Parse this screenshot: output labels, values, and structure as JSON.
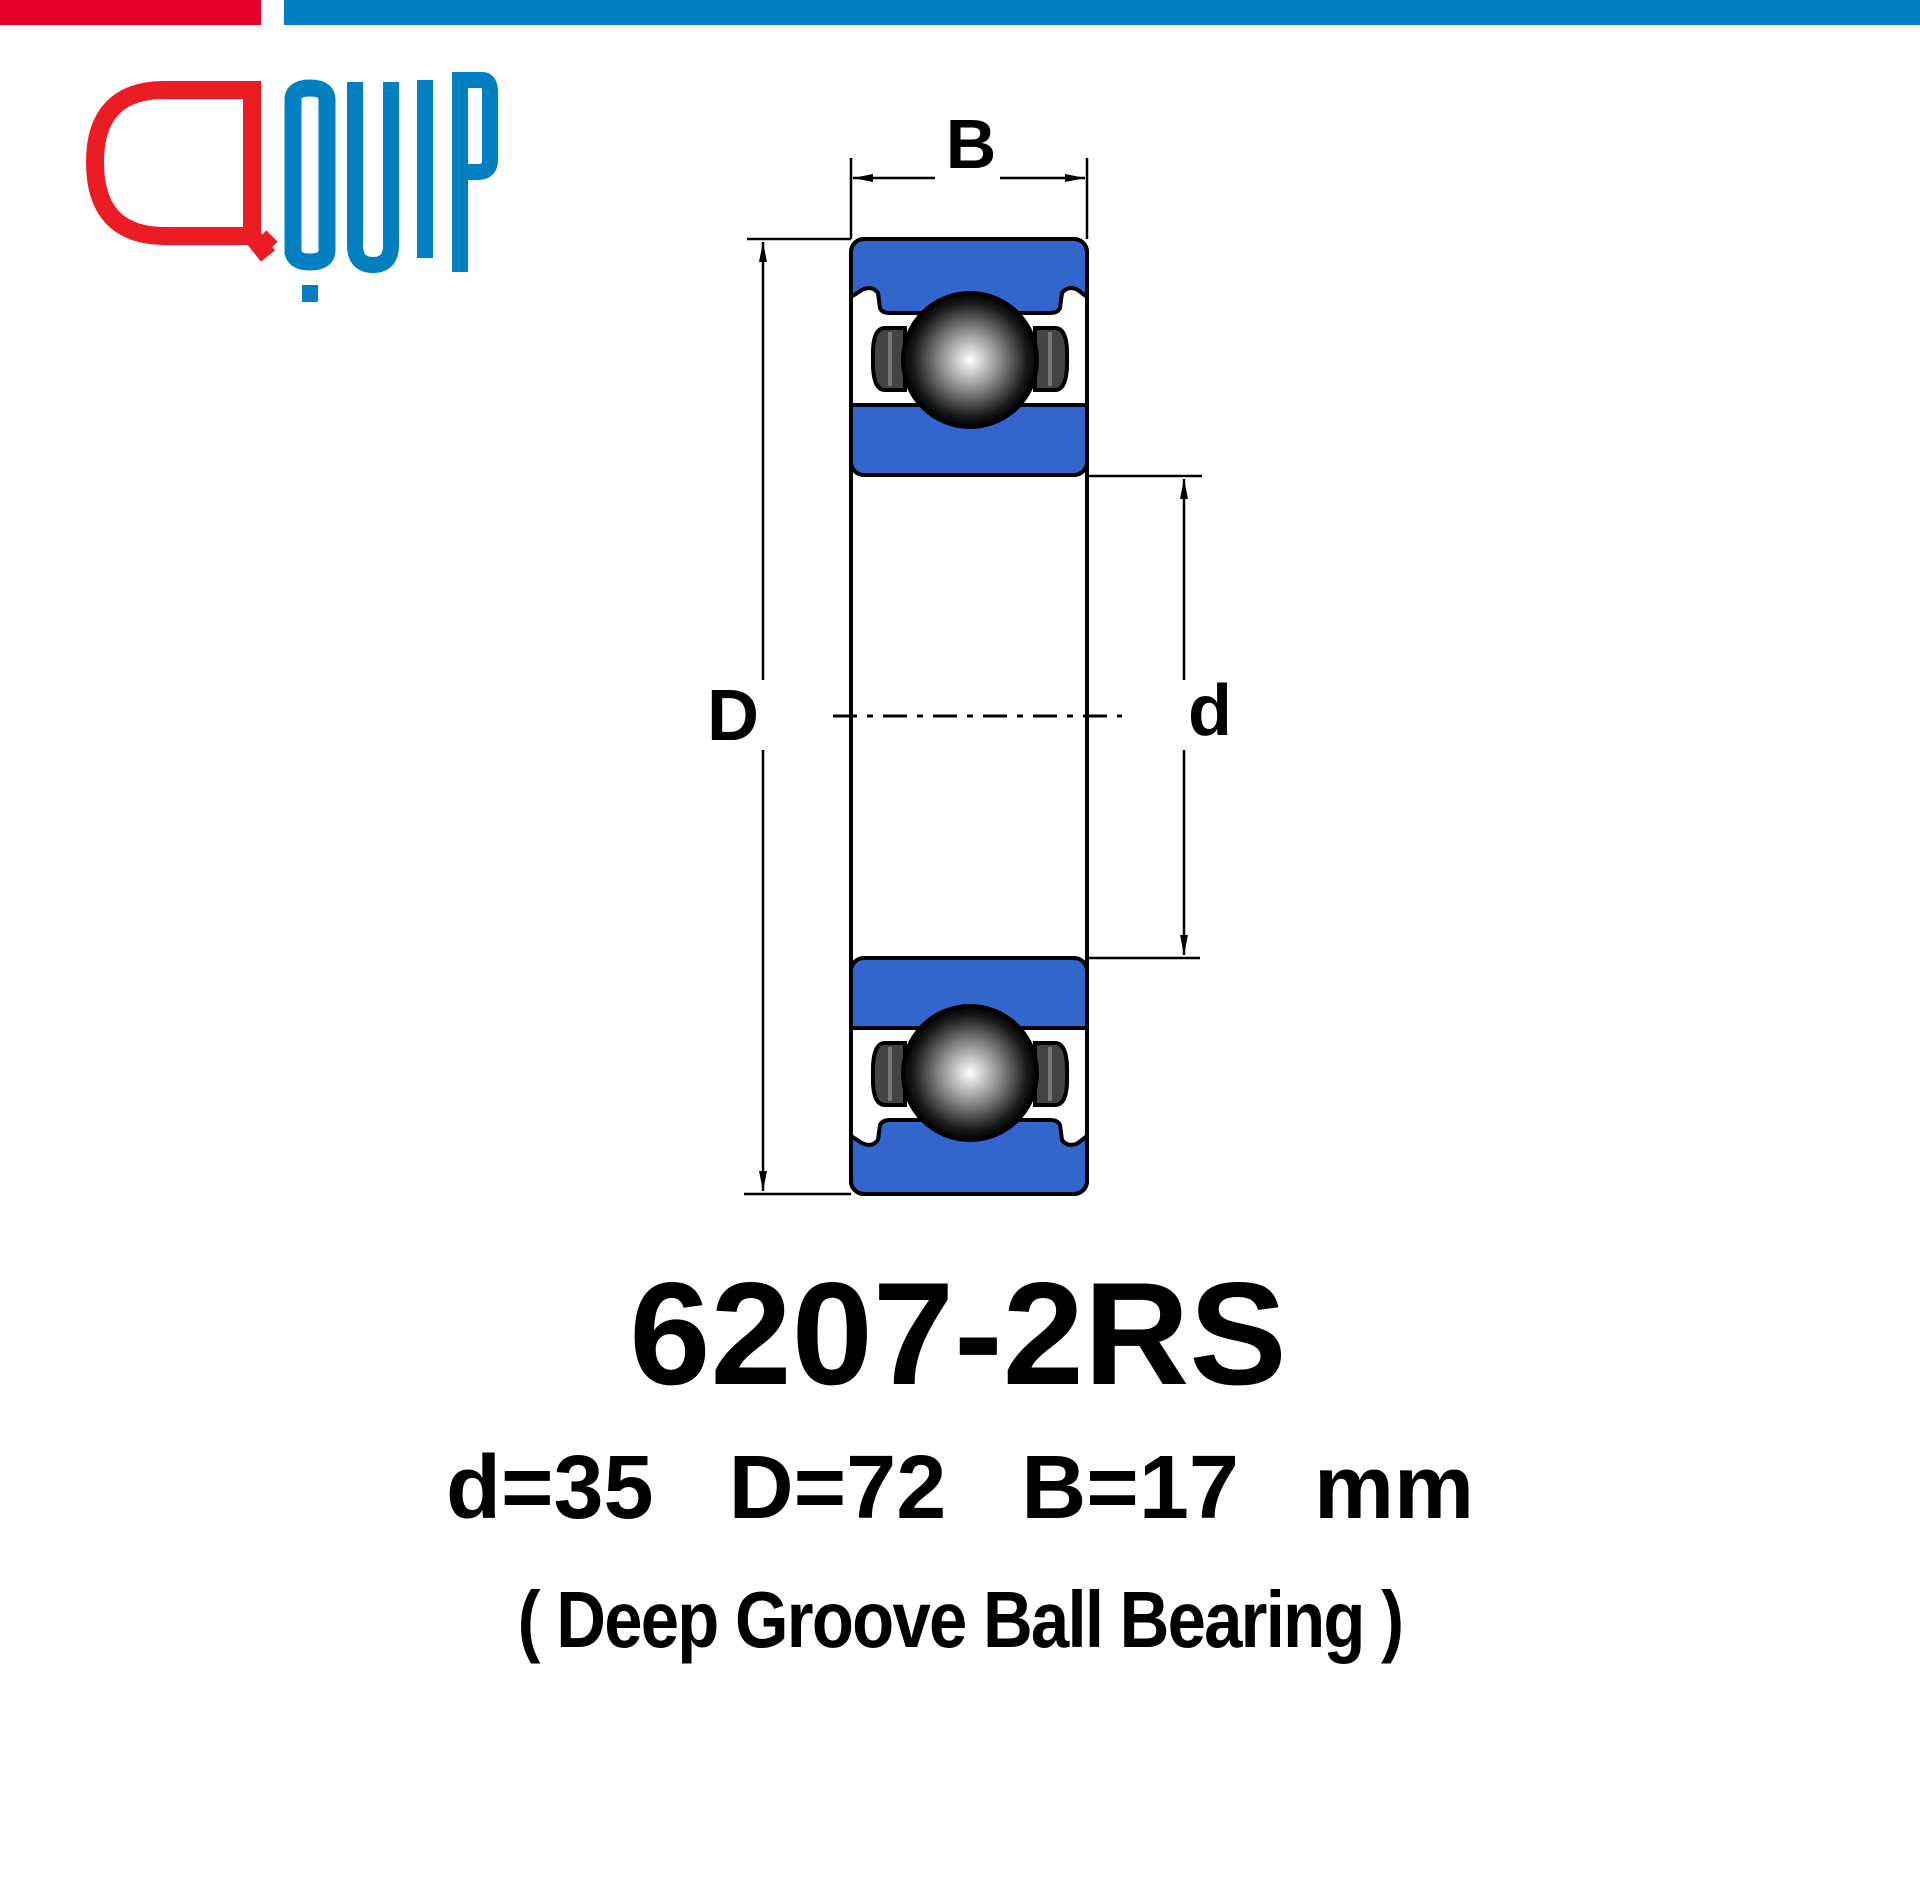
{
  "brand": {
    "logo_text": "QUIP",
    "colors": {
      "red": "#e8002d",
      "logo_red": "#ec1c24",
      "blue": "#0080c0"
    }
  },
  "diagram": {
    "labels": {
      "width": "B",
      "outer_diameter": "D",
      "inner_diameter": "d"
    },
    "colors": {
      "ring": "#3366cc",
      "outline": "#000000"
    }
  },
  "product": {
    "model": "6207-2RS",
    "dimensions": "d=35   D=72   B=17   mm",
    "dimension_values": {
      "d": 35,
      "D": 72,
      "B": 17,
      "unit": "mm"
    },
    "type": "( Deep Groove Ball Bearing )"
  }
}
